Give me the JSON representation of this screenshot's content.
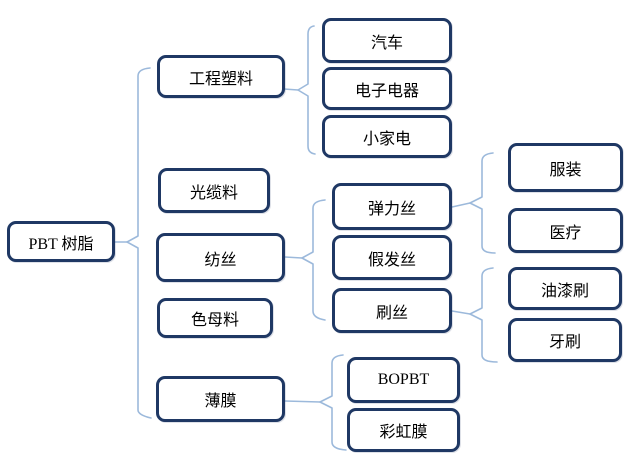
{
  "diagram_type": "tree",
  "colors": {
    "node_border": "#1F3864",
    "node_fill": "#FFFFFF",
    "connector": "#9CB9DB",
    "text": "#000000",
    "background": "#FFFFFF"
  },
  "tree": {
    "label": "PBT 树脂",
    "children": [
      {
        "label": "工程塑料",
        "children": [
          {
            "label": "汽车",
            "children": []
          },
          {
            "label": "电子电器",
            "children": []
          },
          {
            "label": "小家电",
            "children": []
          }
        ]
      },
      {
        "label": "光缆料",
        "children": []
      },
      {
        "label": "纺丝",
        "children": [
          {
            "label": "弹力丝",
            "children": [
              {
                "label": "服装",
                "children": []
              },
              {
                "label": "医疗",
                "children": []
              }
            ]
          },
          {
            "label": "假发丝",
            "children": []
          },
          {
            "label": "刷丝",
            "children": [
              {
                "label": "油漆刷",
                "children": []
              },
              {
                "label": "牙刷",
                "children": []
              }
            ]
          }
        ]
      },
      {
        "label": "色母料",
        "children": []
      },
      {
        "label": "薄膜",
        "children": [
          {
            "label": "BOPBT",
            "children": []
          },
          {
            "label": "彩虹膜",
            "children": []
          }
        ]
      }
    ]
  }
}
